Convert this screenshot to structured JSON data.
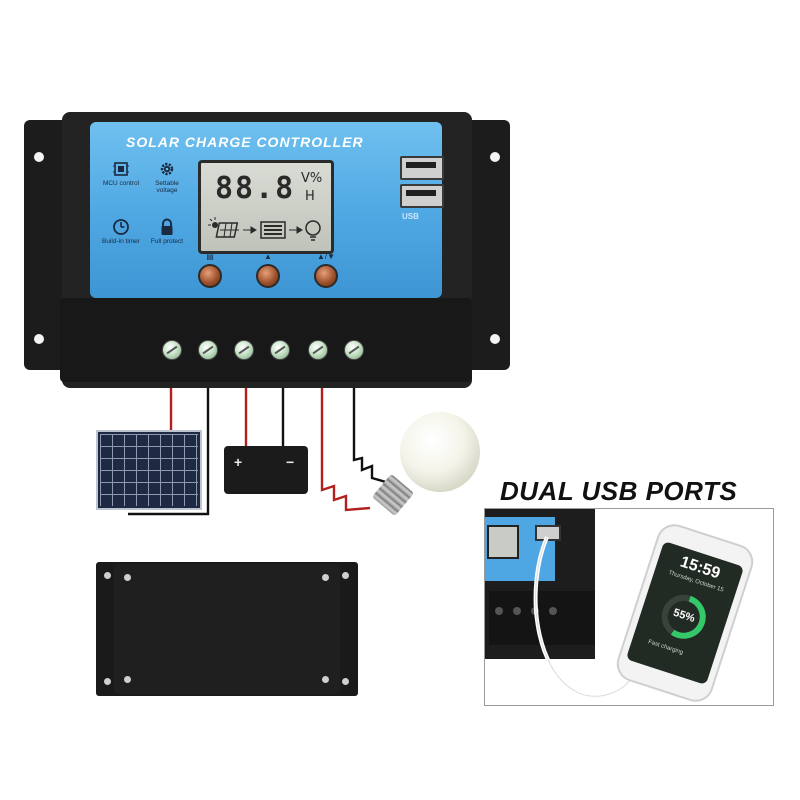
{
  "controller": {
    "title": "SOLAR CHARGE CONTROLLER",
    "lcd": {
      "digits": "88.8",
      "unit_top": "V%",
      "unit_bottom": "H"
    },
    "features": [
      {
        "icon": "chip-icon",
        "label": "MCU control"
      },
      {
        "icon": "gear-icon",
        "label": "Settable voltage"
      },
      {
        "icon": "clock-icon",
        "label": "Build-in timer"
      },
      {
        "icon": "lock-icon",
        "label": "Full protect"
      }
    ],
    "buttons": [
      {
        "icon": "menu-icon",
        "symbol": "▤"
      },
      {
        "icon": "up-icon",
        "symbol": "▲"
      },
      {
        "icon": "down-icon",
        "symbol": "▲/▼"
      }
    ],
    "usb_label": "USB",
    "colors": {
      "face": "#4ea7e2",
      "body": "#232323",
      "wire_red": "#b32020"
    }
  },
  "battery": {
    "plus": "+",
    "minus": "−"
  },
  "inset": {
    "title": "DUAL USB PORTS",
    "phone": {
      "time": "15:59",
      "date": "Thursday, October 15",
      "battery_percent": "55%",
      "battery_level": 0.55,
      "caption": "Fast charging"
    }
  }
}
